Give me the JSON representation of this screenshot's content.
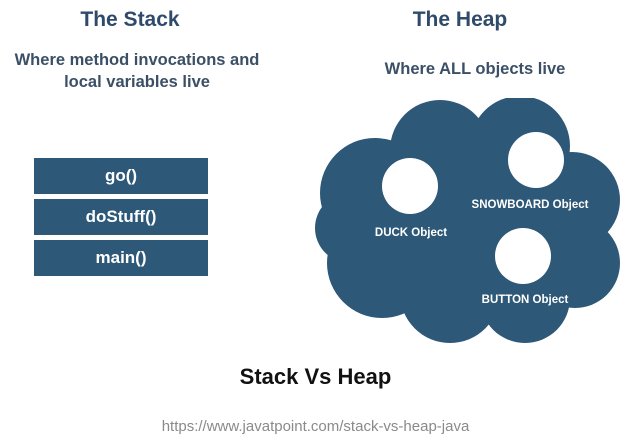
{
  "stack": {
    "title": "The Stack",
    "subtitle": "Where method invocations and local variables live",
    "frames": [
      "go()",
      "doStuff()",
      "main()"
    ]
  },
  "heap": {
    "title": "The Heap",
    "subtitle": "Where ALL objects live",
    "objects": [
      "DUCK Object",
      "SNOWBOARD Object",
      "BUTTON Object"
    ]
  },
  "caption": "Stack Vs Heap",
  "source": "https://www.javatpoint.com/stack-vs-heap-java",
  "colors": {
    "stack_frame": "#2e5877",
    "heap_cloud": "#2e5877",
    "object": "#ffffff",
    "title": "#2f4a6a"
  }
}
